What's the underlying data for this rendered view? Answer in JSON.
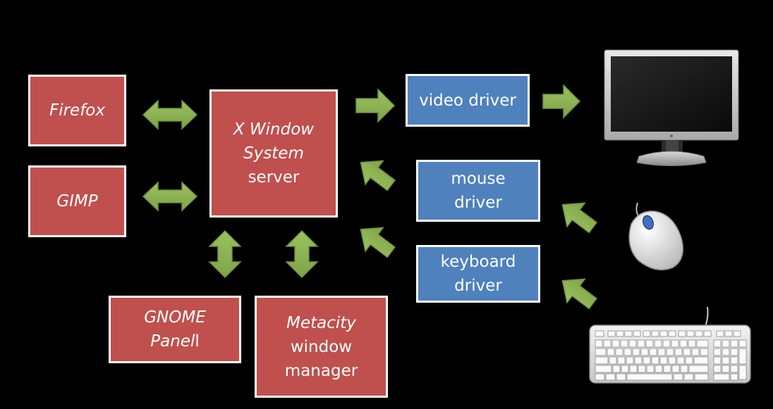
{
  "colors": {
    "background": "#000000",
    "app_box": "#c0504d",
    "driver_box": "#4f81bd",
    "arrow": "#8db255",
    "arrow_stroke": "#6f8f3f",
    "border": "#ffffff"
  },
  "apps": {
    "firefox": "Firefox",
    "gimp": "GIMP"
  },
  "server": {
    "line1": "X Window",
    "line2": "System",
    "line3": "server"
  },
  "gnome_panel": {
    "line1": "GNOME",
    "line2_italic": "Panel",
    "line2_rest": "l"
  },
  "metacity": {
    "line1": "Metacity",
    "line2": "window",
    "line3": "manager"
  },
  "drivers": {
    "video": "video driver",
    "mouse_line1": "mouse",
    "mouse_line2": "driver",
    "keyboard_line1": "keyboard",
    "keyboard_line2": "driver"
  },
  "devices": [
    "monitor-icon",
    "mouse-icon",
    "keyboard-icon"
  ]
}
